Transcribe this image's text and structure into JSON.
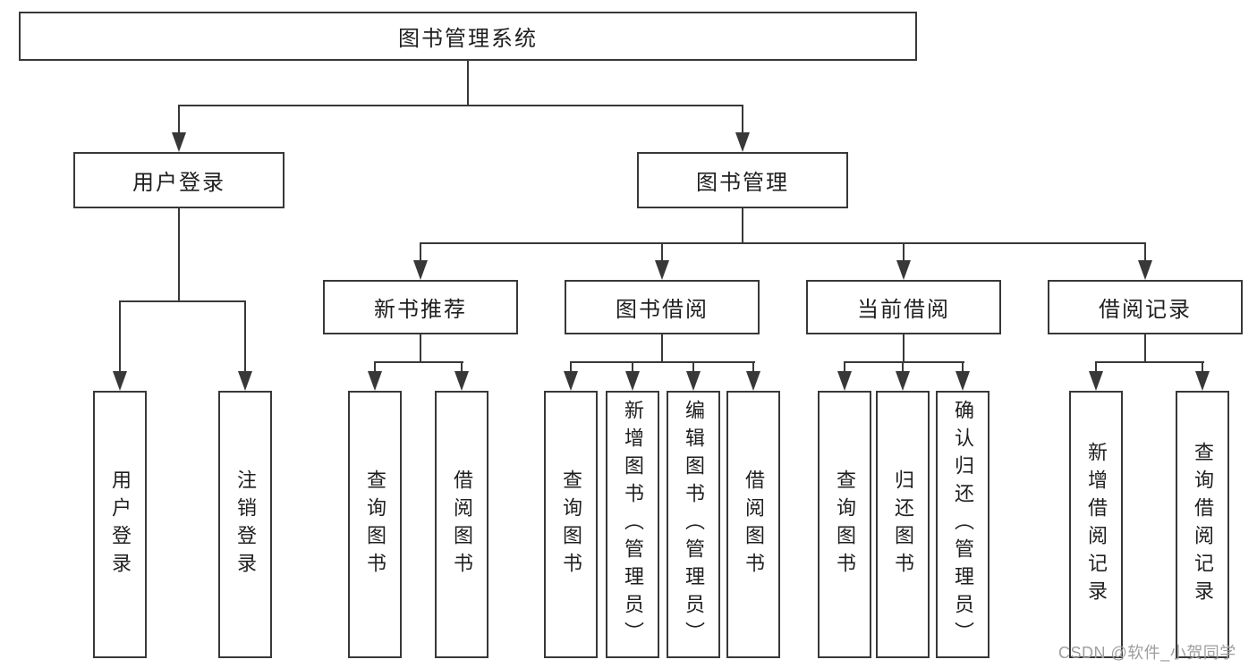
{
  "diagram": {
    "root": {
      "label": "图书管理系统"
    },
    "branches": [
      {
        "label": "用户登录",
        "children": [
          {
            "label": "用户登录"
          },
          {
            "label": "注销登录"
          }
        ]
      },
      {
        "label": "图书管理",
        "children": [
          {
            "label": "新书推荐",
            "children": [
              {
                "label": "查询图书"
              },
              {
                "label": "借阅图书"
              }
            ]
          },
          {
            "label": "图书借阅",
            "children": [
              {
                "label": "查询图书"
              },
              {
                "label": "新增图书（管理员）"
              },
              {
                "label": "编辑图书（管理员）"
              },
              {
                "label": "借阅图书"
              }
            ]
          },
          {
            "label": "当前借阅",
            "children": [
              {
                "label": "查询图书"
              },
              {
                "label": "归还图书"
              },
              {
                "label": "确认归还（管理员）"
              }
            ]
          },
          {
            "label": "借阅记录",
            "children": [
              {
                "label": "新增借阅记录"
              },
              {
                "label": "查询借阅记录"
              }
            ]
          }
        ]
      }
    ]
  },
  "watermark": {
    "text": "CSDN @软件_小贺同学"
  },
  "colors": {
    "line": "#383838",
    "text": "#1f1f1f",
    "watermark": "#9e9e9e",
    "background": "#ffffff"
  }
}
